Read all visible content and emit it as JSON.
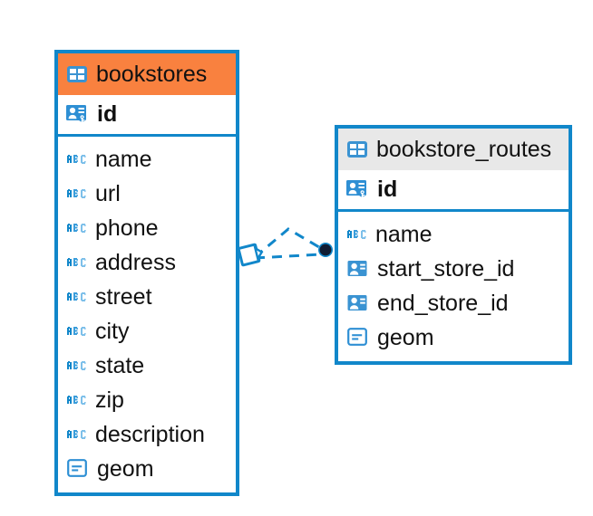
{
  "diagram": {
    "type": "entity-relationship-diagram",
    "background": "#ffffff",
    "colors": {
      "border": "#1187ca",
      "accent_orange": "#f9813f",
      "accent_gray": "#e8e8e8",
      "icon_blue": "#2e8fd4",
      "icon_blue_dark": "#1187ca",
      "text": "#111111",
      "connector": "#1187ca",
      "connector_node": "#0d1b33"
    },
    "entities": [
      {
        "id": "bookstores",
        "name": "bookstores",
        "header_icon": "table-icon",
        "header_style": "accent-orange",
        "selected": true,
        "primary_key": {
          "name": "id",
          "icon": "primary-key-icon"
        },
        "fields": [
          {
            "name": "name",
            "icon": "text-type-icon"
          },
          {
            "name": "url",
            "icon": "text-type-icon"
          },
          {
            "name": "phone",
            "icon": "text-type-icon"
          },
          {
            "name": "address",
            "icon": "text-type-icon"
          },
          {
            "name": "street",
            "icon": "text-type-icon"
          },
          {
            "name": "city",
            "icon": "text-type-icon"
          },
          {
            "name": "state",
            "icon": "text-type-icon"
          },
          {
            "name": "zip",
            "icon": "text-type-icon"
          },
          {
            "name": "description",
            "icon": "text-type-icon"
          },
          {
            "name": "geom",
            "icon": "geometry-type-icon"
          }
        ]
      },
      {
        "id": "bookstore_routes",
        "name": "bookstore_routes",
        "header_icon": "table-icon",
        "header_style": "accent-gray",
        "selected": false,
        "primary_key": {
          "name": "id",
          "icon": "primary-key-icon"
        },
        "fields": [
          {
            "name": "name",
            "icon": "text-type-icon"
          },
          {
            "name": "start_store_id",
            "icon": "foreign-key-icon"
          },
          {
            "name": "end_store_id",
            "icon": "foreign-key-icon"
          },
          {
            "name": "geom",
            "icon": "geometry-type-icon"
          }
        ]
      }
    ],
    "relationships": [
      {
        "from_entity": "bookstores",
        "from_field": "id",
        "to_entity": "bookstore_routes",
        "to_field": "start_store_id",
        "source_marker": "zero-or-one-diamond",
        "target_marker": "filled-circle",
        "line_style": "dashed"
      },
      {
        "from_entity": "bookstores",
        "from_field": "id",
        "to_entity": "bookstore_routes",
        "to_field": "end_store_id",
        "source_marker": "zero-or-one-diamond",
        "target_marker": "filled-circle",
        "line_style": "dashed"
      }
    ]
  }
}
